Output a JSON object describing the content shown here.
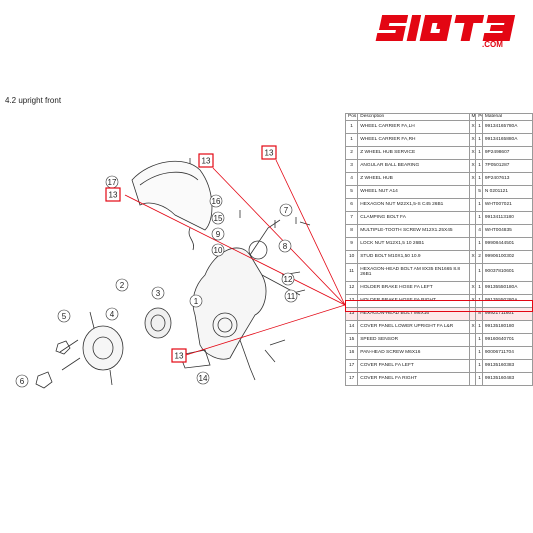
{
  "brand": {
    "logo_text": "SIGT3",
    "domain": ".COM",
    "color": "#e30613"
  },
  "section": {
    "title": "4.2  upright front"
  },
  "table": {
    "headers": {
      "pos": "Pos",
      "description": "Description",
      "m": "M",
      "pc": "Pc",
      "material": "Material"
    },
    "rows": [
      {
        "pos": "1",
        "description": "WHEEL CARRIER FA,LH",
        "m": "X",
        "pc": "1",
        "material": "99134165780A"
      },
      {
        "pos": "1",
        "description": "WHEEL CARRIER FA,RH",
        "m": "X",
        "pc": "1",
        "material": "99134165880A"
      },
      {
        "pos": "2",
        "description": "Z WHEEL HUB SERVICE",
        "m": "X",
        "pc": "1",
        "material": "9P2498607"
      },
      {
        "pos": "3",
        "description": "ANGULAR BALL BEARING",
        "m": "X",
        "pc": "1",
        "material": "7P0501287"
      },
      {
        "pos": "4",
        "description": "Z WHEEL HUB",
        "m": "X",
        "pc": "1",
        "material": "9P2407613"
      },
      {
        "pos": "5",
        "description": "WHEEL NUT A14",
        "m": "",
        "pc": "5",
        "material": "N 0201121"
      },
      {
        "pos": "6",
        "description": "HEXAGON NUT M22X1,5-S C45 26B1",
        "m": "",
        "pc": "1",
        "material": "WHT007021"
      },
      {
        "pos": "7",
        "description": "CLAMPING BOLT FA",
        "m": "",
        "pc": "1",
        "material": "99134113180"
      },
      {
        "pos": "8",
        "description": "MULTIPLE-TOOTH SCREW M12X1.25X45",
        "m": "",
        "pc": "4",
        "material": "WHT004835"
      },
      {
        "pos": "9",
        "description": "LOCK NUT M12X1,5 10 26B1",
        "m": "",
        "pc": "1",
        "material": "99908444501"
      },
      {
        "pos": "10",
        "description": "STUD BOLT M10X1,50 10.9",
        "m": "X",
        "pc": "2",
        "material": "99906100302"
      },
      {
        "pos": "11",
        "description": "HEXAGON-HEAD BOLT AM 8X35 EN1665 8.8 26B1",
        "m": "",
        "pc": "1",
        "material": "90037810601",
        "tall": true
      },
      {
        "pos": "12",
        "description": "HOLDER BRAKE HOSE FA LEFT",
        "m": "X",
        "pc": "1",
        "material": "99135550180A"
      },
      {
        "pos": "12",
        "description": "HOLDER BRAKE HOSE FA RIGHT",
        "m": "X",
        "pc": "1",
        "material": "99135550280A"
      },
      {
        "pos": "13",
        "description": "HEXAGON-HEAD BOLT M6X16",
        "m": "",
        "pc": "8",
        "material": "99921711601",
        "highlight": true
      },
      {
        "pos": "14",
        "description": "COVER PANEL LOWER UPRIGHT FA L&R",
        "m": "X",
        "pc": "1",
        "material": "99135180180"
      },
      {
        "pos": "15",
        "description": "SPEED SENSOR",
        "m": "",
        "pc": "1",
        "material": "99160640701"
      },
      {
        "pos": "16",
        "description": "PAN-HEAD SCREW M6X16",
        "m": "",
        "pc": "1",
        "material": "90006711704"
      },
      {
        "pos": "17",
        "description": "COVER PANEL FA LEFT",
        "m": "",
        "pc": "1",
        "material": "99135160383"
      },
      {
        "pos": "17",
        "description": "COVER PANEL FA RIGHT",
        "m": "",
        "pc": "1",
        "material": "99135160483"
      }
    ]
  },
  "callouts": [
    "1",
    "2",
    "3",
    "4",
    "5",
    "6",
    "7",
    "8",
    "9",
    "10",
    "11",
    "12",
    "13",
    "14",
    "15",
    "16",
    "17"
  ]
}
